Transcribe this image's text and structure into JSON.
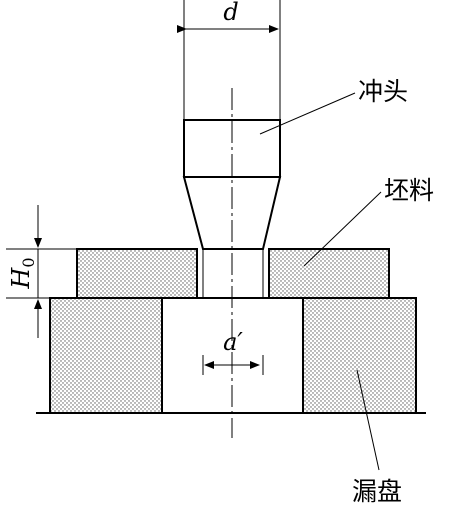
{
  "labels": {
    "dimension_d": "d",
    "dimension_a": "a′",
    "dimension_h_base": "H",
    "dimension_h_sub": "0",
    "punch": "冲头",
    "blank": "坯料",
    "die_plate": "漏盘"
  }
}
